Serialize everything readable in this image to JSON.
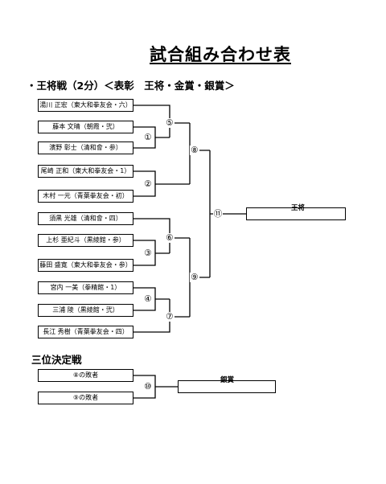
{
  "title": "試合組み合わせ表",
  "main_section": {
    "heading": "・王将戦（2分）＜表彰　王将・金賞・銀賞＞"
  },
  "players": [
    "湯川 正宏（東大和拳友会・六）",
    "藤本 文晴（朝霞・弐）",
    "濱野 彰士（清和會・参）",
    "尾崎 正和（東大和拳友会・1）",
    "木村 一元（青葉拳友会・初）",
    "須黒 光雄（清和會・四）",
    "上杉 亜紀斗（黒綾館・参）",
    "藤田 盛寛（東大和拳友会・参）",
    "宮内 一美（拳精館・1）",
    "三浦 陵（黒綾館・弐）",
    "長江 秀樹（青葉拳友会・四）"
  ],
  "match_numbers": [
    "①",
    "②",
    "③",
    "④",
    "⑤",
    "⑥",
    "⑦",
    "⑧",
    "⑨",
    "⑩",
    "⑪"
  ],
  "final": {
    "winner_label": "王将"
  },
  "third_place": {
    "heading": "三位決定戦",
    "players": [
      "⑧の敗者",
      "⑨の敗者"
    ],
    "winner_label": "銀賞"
  }
}
